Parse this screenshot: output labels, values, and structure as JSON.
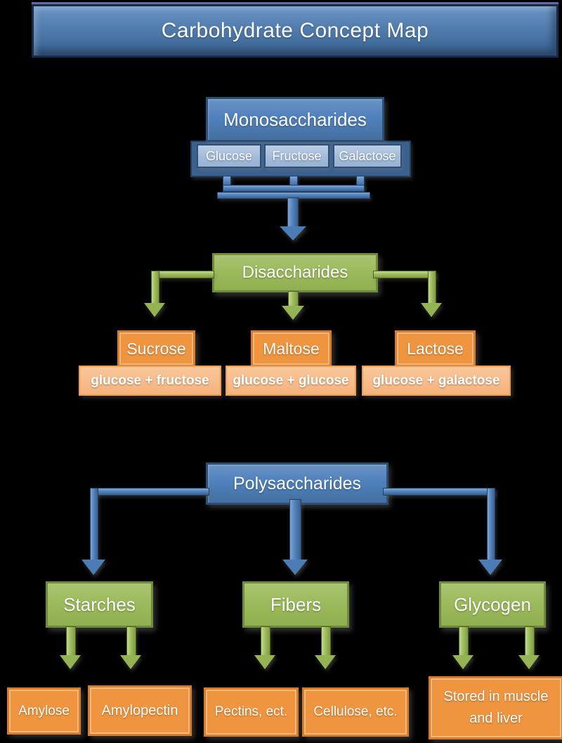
{
  "title": "Carbohydrate Concept Map",
  "colors": {
    "background": "#000000",
    "blue": "#4f81bd",
    "blue_dark": "#2e4f75",
    "blue_light": "#a3bbda",
    "green": "#9bbb59",
    "green_dark": "#6f8b3a",
    "orange": "#f0953f",
    "orange_dark": "#d87b2b",
    "orange_light": "#f7bb89",
    "text": "#ffffff"
  },
  "monosaccharides": {
    "label": "Monosaccharides",
    "children": [
      "Glucose",
      "Fructose",
      "Galactose"
    ]
  },
  "disaccharides": {
    "label": "Disaccharides",
    "children": [
      {
        "name": "Sucrose",
        "composition": "glucose + fructose"
      },
      {
        "name": "Maltose",
        "composition": "glucose + glucose"
      },
      {
        "name": "Lactose",
        "composition": "glucose + galactose"
      }
    ]
  },
  "polysaccharides": {
    "label": "Polysaccharides",
    "children": [
      {
        "name": "Starches",
        "subtypes": [
          "Amylose",
          "Amylopectin"
        ]
      },
      {
        "name": "Fibers",
        "subtypes": [
          "Pectins, ect.",
          "Cellulose, etc."
        ]
      },
      {
        "name": "Glycogen",
        "subtypes": [
          "Stored in muscle and liver"
        ]
      }
    ]
  }
}
